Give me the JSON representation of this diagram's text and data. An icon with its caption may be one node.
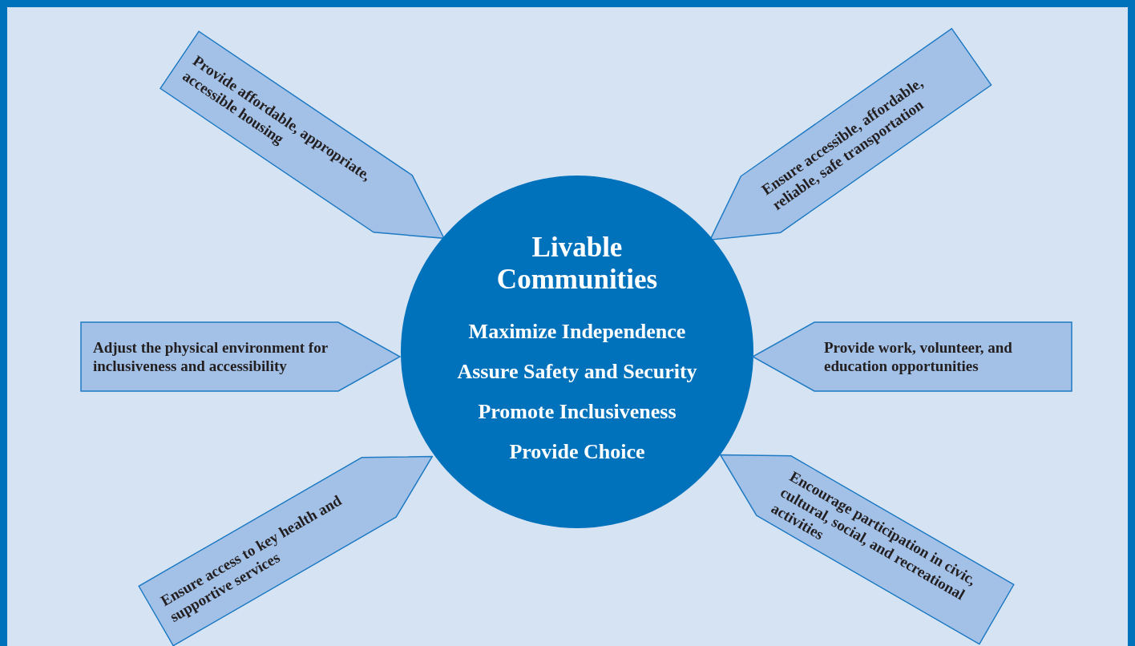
{
  "diagram": {
    "nodes": [
      {
        "text": [
          "Provide affordable, appropriate, accessible housing"
        ]
      },
      {
        "text": [
          "Ensure accessible, affordable, reliable, safe transportation"
        ]
      },
      {
        "text": [
          "Livable Communities",
          "Maximize Independence",
          "Assure Safety and Security",
          "Promote Inclusiveness",
          "Provide Choice"
        ]
      },
      {
        "text": [
          "Adjust the physical environment for inclusiveness and accessibility"
        ]
      },
      {
        "text": [
          "Provide work, volunteer, and education opportunities"
        ]
      },
      {
        "text": [
          "Ensure access to key health and supportive services"
        ]
      },
      {
        "text": [
          "Encourage participation in civic, cultural, social, and recreational activities"
        ]
      }
    ]
  }
}
